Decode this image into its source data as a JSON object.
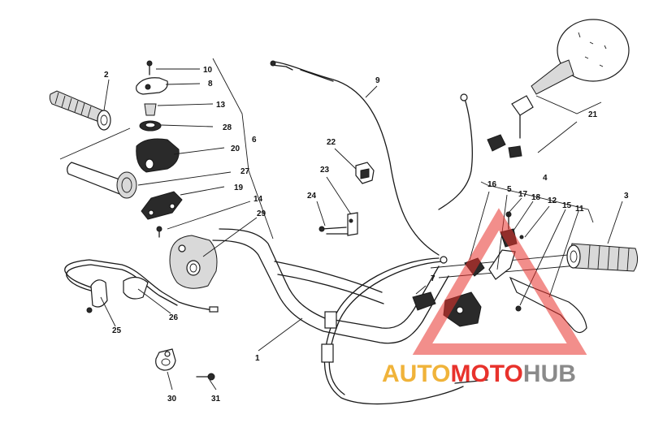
{
  "diagram": {
    "part_labels": [
      "1",
      "2",
      "3",
      "4",
      "5",
      "6",
      "7",
      "8",
      "9",
      "10",
      "11",
      "12",
      "13",
      "14",
      "15",
      "16",
      "17",
      "18",
      "19",
      "20",
      "21",
      "22",
      "23",
      "24",
      "25",
      "26",
      "27",
      "28",
      "29",
      "30",
      "31"
    ]
  },
  "watermark": {
    "part1": "AUTO",
    "part2": "MOTO",
    "part3": "HUB",
    "color_orange": "#f0b33a",
    "color_red": "#e8322c",
    "color_gray": "#8a8a8a"
  }
}
